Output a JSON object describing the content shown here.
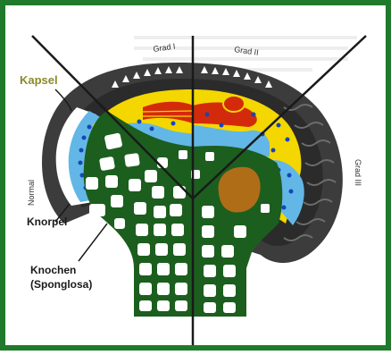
{
  "labels": {
    "grad_1": "Grad I",
    "grad_2": "Grad II",
    "grad_3": "Grad III",
    "normal": "Normal",
    "kapsel": "Kapsel",
    "knorpel": "Knorpel",
    "knochen": "Knochen",
    "spongiosa": "(Sponglosa)"
  },
  "colors": {
    "frame": "#1f7a2b",
    "bone": "#1c5e1e",
    "cartilage": "#f4d600",
    "synovium_blue": "#63b7e6",
    "dot_blue": "#1846b8",
    "capsule": "#3c3c3c",
    "inflammation_red": "#d42a0c",
    "erosion_brown": "#b06d18",
    "kapsel_text": "#8a8a2a"
  }
}
